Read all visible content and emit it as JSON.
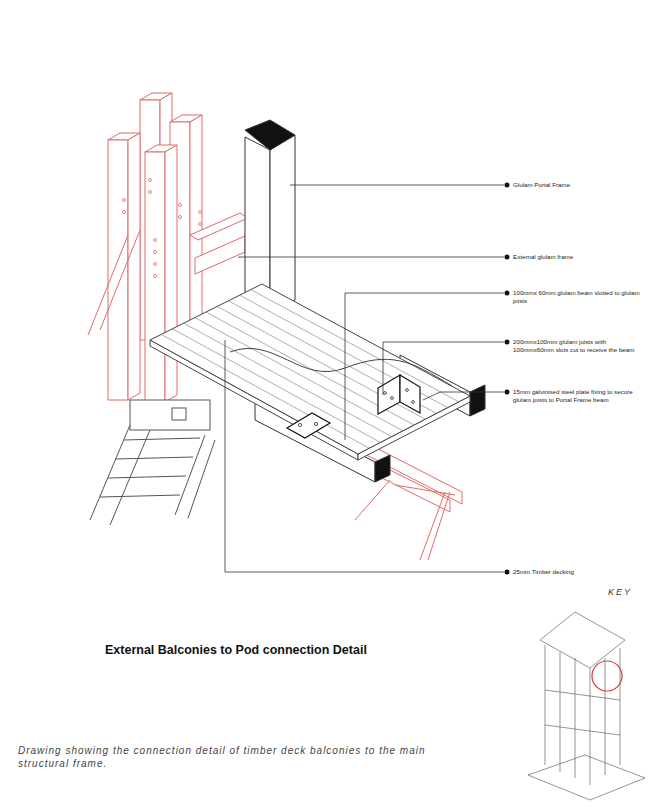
{
  "diagram": {
    "title": "External Balconies to Pod connection Detail",
    "caption": "Drawing showing the connection detail of timber deck balconies to the main structural frame.",
    "labels": [
      "Glulam Portal Frame",
      "External glulam frame",
      "100mmx 60mm glulam beam slotted to glulam joists",
      "200mmx100mm glulam joists with 100mmx60mm slots cut to receive the beam",
      "15mm galvinised steel plate fixing to secure glulam joists to Portal Frame beam",
      "25mm Timber decking",
      "KEY"
    ]
  }
}
